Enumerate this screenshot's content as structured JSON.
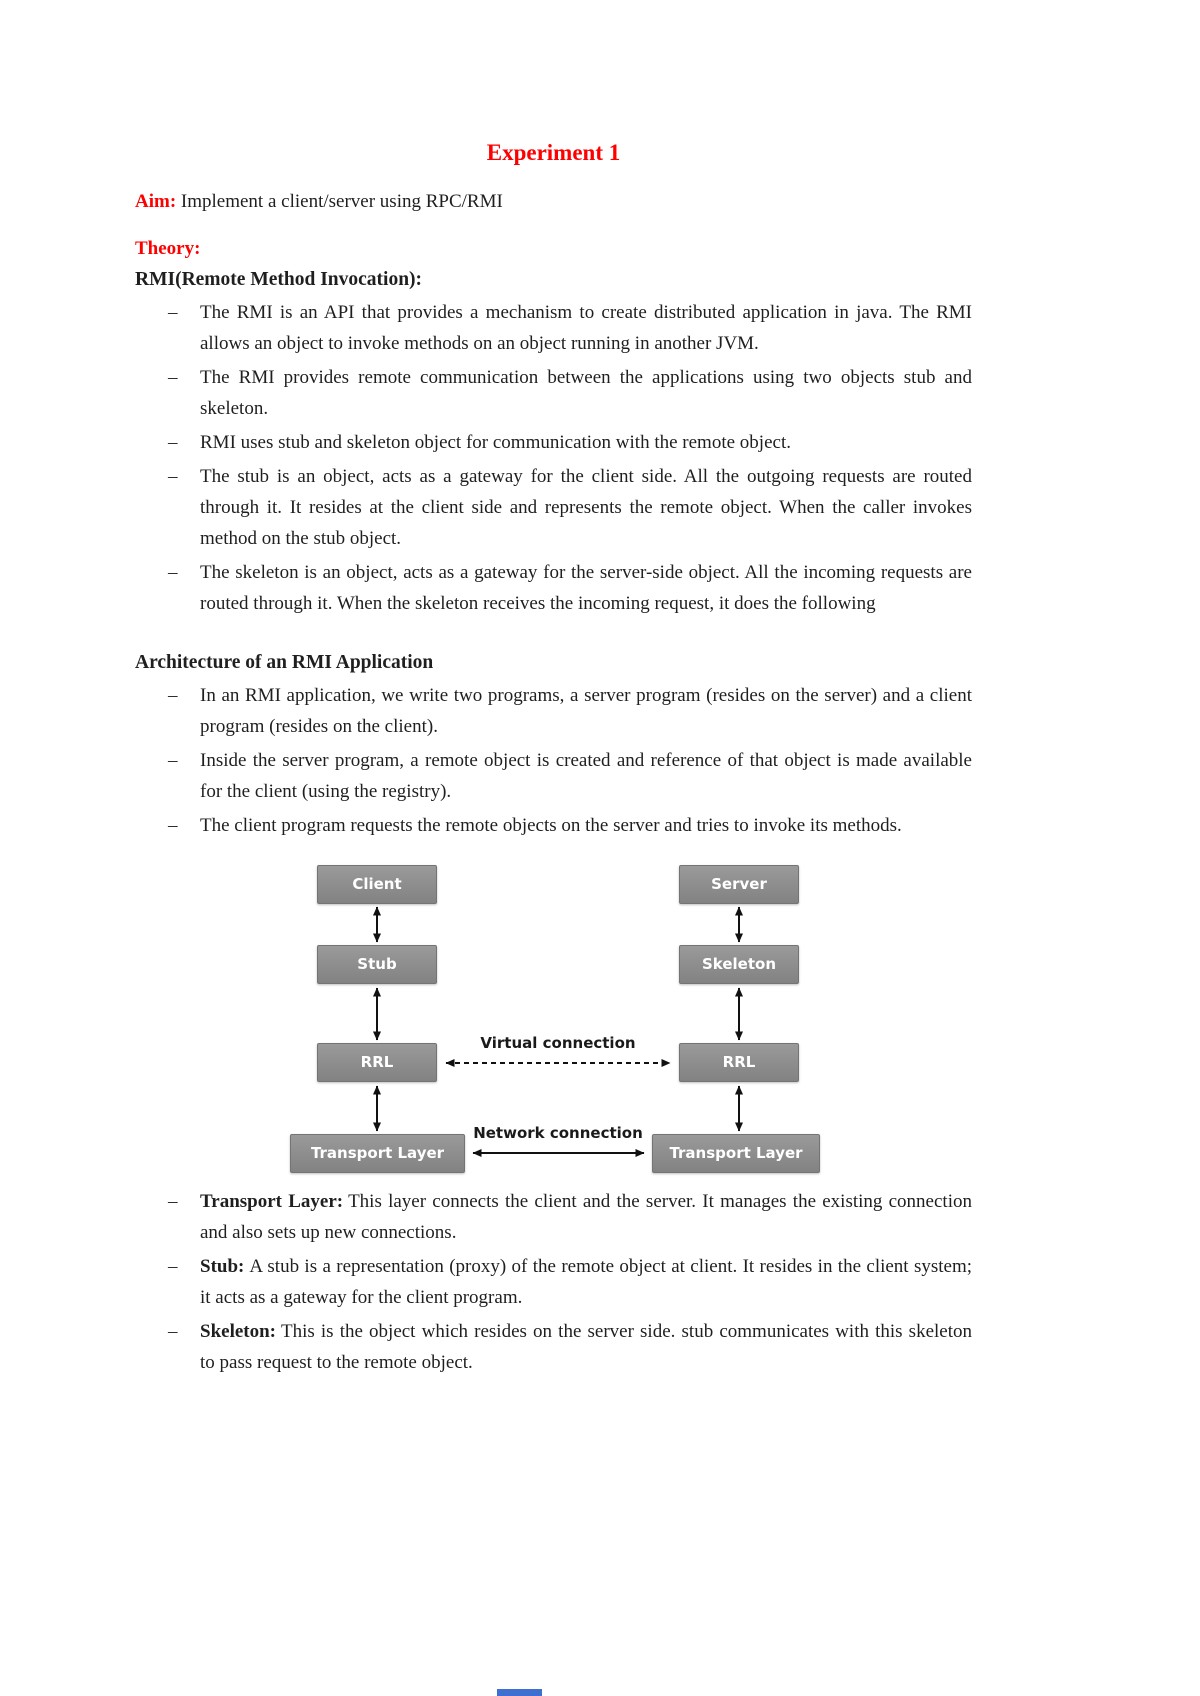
{
  "page": {
    "title": "Experiment 1",
    "aim_label": "Aim:",
    "aim_text": "Implement a client/server using RPC/RMI",
    "theory_label": "Theory:",
    "rmi_heading": "RMI(Remote Method Invocation):",
    "rmi_bullets": [
      "The RMI is an API that provides a mechanism to create distributed application in java. The RMI allows an object to invoke methods on an object running in another JVM.",
      "The RMI provides remote communication between the applications using two objects stub and skeleton.",
      "RMI uses stub and skeleton object for communication with the remote object.",
      "The stub is an object, acts as a gateway for the client side. All the outgoing requests are routed through it. It resides at the client side and represents the remote object. When the caller invokes method on the stub object.",
      "The skeleton is an object, acts as a gateway for the server-side object. All the incoming requests are routed through it. When the skeleton receives the incoming request, it does the following"
    ],
    "arch_heading": "Architecture of an RMI Application",
    "arch_bullets": [
      "In an RMI application, we write two programs, a server program (resides on the server) and a client program (resides on the client).",
      "Inside the server program, a remote object is created and reference of that object is made available for the client (using the registry).",
      "The client program requests the remote objects on the server and tries to invoke its methods."
    ],
    "diagram": {
      "client": "Client",
      "server": "Server",
      "stub": "Stub",
      "skeleton": "Skeleton",
      "rrl_left": "RRL",
      "rrl_right": "RRL",
      "transport_left": "Transport Layer",
      "transport_right": "Transport Layer",
      "virtual_connection_label": "Virtual connection",
      "network_connection_label": "Network connection"
    },
    "term_bullets": [
      {
        "term": "Transport Layer:",
        "text": "This layer connects the client and the server. It manages the existing connection and also sets up new connections."
      },
      {
        "term": "Stub:",
        "text": "A stub is a representation (proxy) of the remote object at client. It resides in the client system; it acts as a gateway for the client program."
      },
      {
        "term": "Skeleton:",
        "text": "This is the object which resides on the server side. stub communicates with this skeleton to pass request to the remote object."
      }
    ],
    "colors": {
      "accent_red": "#ff0000",
      "box_gray": "#8b8b8b",
      "footer_blue": "#3f6fd1"
    }
  }
}
